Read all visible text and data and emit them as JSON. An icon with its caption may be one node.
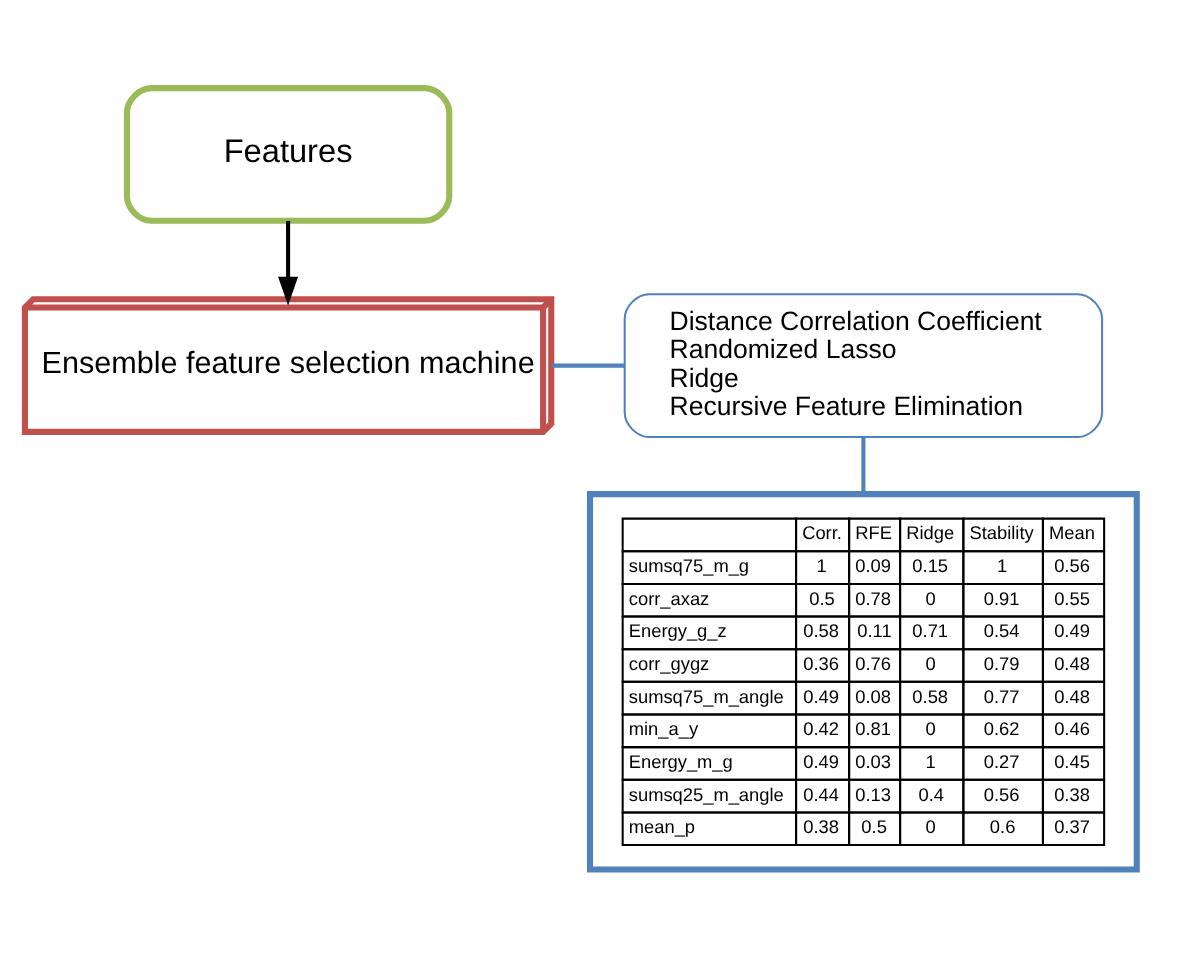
{
  "diagram": {
    "nodes": [
      {
        "text": [
          "Features"
        ]
      },
      {
        "text": [
          "Ensemble feature selection machine"
        ]
      },
      {
        "text": [
          "Distance Correlation Coefficient",
          "Randomized Lasso",
          "Ridge",
          "Recursive Feature Elimination"
        ]
      },
      {
        "text": [],
        "shape": "box"
      }
    ],
    "edges": [
      {
        "from": 0,
        "to": 1,
        "arrow": "to",
        "color": "#000000"
      },
      {
        "from": 1,
        "to": 2,
        "arrow": "none"
      },
      {
        "from": 2,
        "to": 3,
        "arrow": "none"
      }
    ],
    "labels": [
      "Corr.",
      "RFE",
      "Ridge",
      "Stability",
      "Mean",
      "sumsq75_m_g",
      "1",
      "0.09",
      "0.15",
      "1",
      "0.56",
      "corr_axaz",
      "0.5",
      "0.78",
      "0",
      "0.91",
      "0.55",
      "Energy_g_z",
      "0.58",
      "0.11",
      "0.71",
      "0.54",
      "0.49",
      "corr_gygz",
      "0.36",
      "0.76",
      "0",
      "0.79",
      "0.48",
      "sumsq75_m_angle",
      "0.49",
      "0.08",
      "0.58",
      "0.77",
      "0.48",
      "min_a_y",
      "0.42",
      "0.81",
      "0",
      "0.62",
      "0.46",
      "Energy_m_g",
      "0.49",
      "0.03",
      "1",
      "0.27",
      "0.45",
      "sumsq25_m_angle",
      "0.44",
      "0.13",
      "0.4",
      "0.56",
      "0.38",
      "mean_p",
      "0.38",
      "0.5",
      "0",
      "0.6",
      "0.37"
    ]
  }
}
